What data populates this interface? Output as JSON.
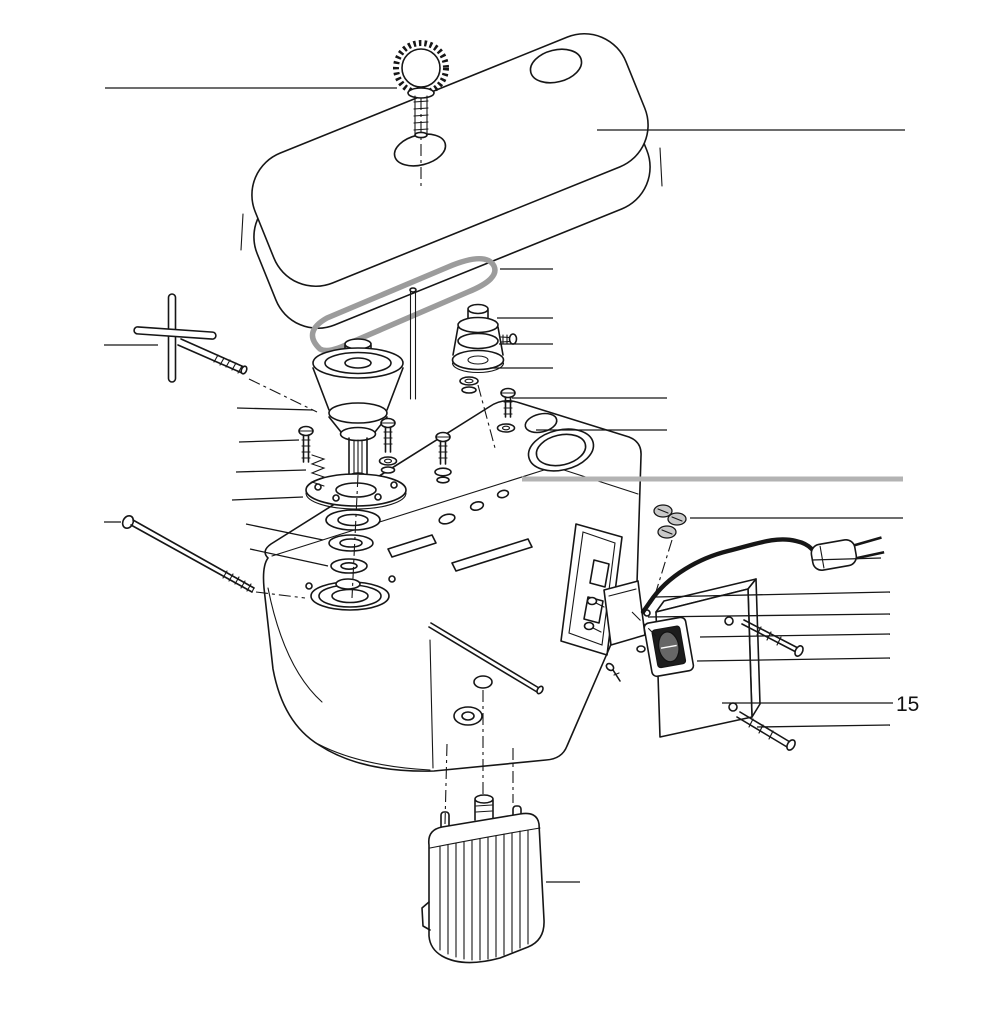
{
  "figure": {
    "type": "exploded-parts-diagram",
    "callout_labels": [
      {
        "text": "15"
      }
    ]
  },
  "colors": {
    "background": "#ffffff",
    "line": "#161616",
    "belt": "#9c9c9c",
    "highlight_leader": "#b3b3b3",
    "switch_face": "#1d1d1d",
    "grommet_fill": "#c9c9c9",
    "label_text": "#111111"
  },
  "parts": [
    "belt-cover",
    "cover-knob-screw",
    "cover-holes",
    "drive-belt",
    "motor-pulley",
    "set-screw",
    "spindle-pulley",
    "spline-shaft",
    "depth-rod-handle",
    "long-bolt",
    "mounting-screws",
    "washers",
    "spring",
    "spindle-flange",
    "bearing-stack",
    "head-casting",
    "quill-boss",
    "deck-openings",
    "switch-recess",
    "cable-grommets",
    "switch-bracket",
    "rocker-switch",
    "power-cord-plug",
    "electrical-box",
    "box-screws",
    "support-pin",
    "motor"
  ]
}
